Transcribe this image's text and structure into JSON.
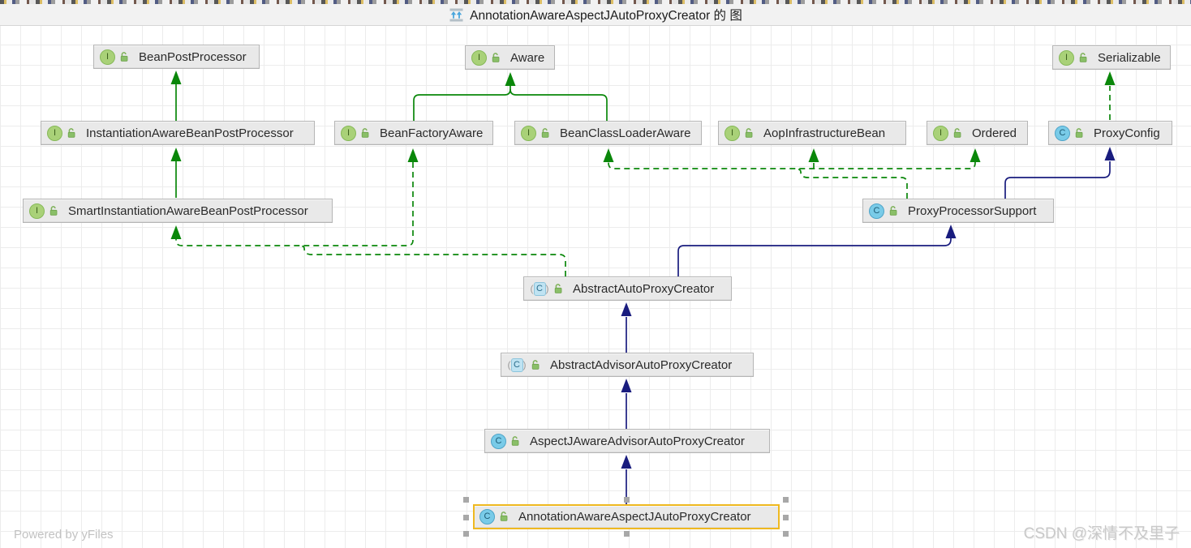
{
  "header": {
    "title": "AnnotationAwareAspectJAutoProxyCreator 的 图",
    "icon": "fit-diagram-icon"
  },
  "watermarks": {
    "left": "Powered by yFiles",
    "right": "CSDN @深情不及里子"
  },
  "colors": {
    "interface_edge_green": "#0a870a",
    "class_edge_navy": "#191c7e",
    "selection_border": "#efb920",
    "node_background": "#e9e9e9",
    "node_border": "#b5b5b5",
    "interface_icon_green": "#a9d178",
    "class_icon_blue": "#79cbe8"
  },
  "icons": {
    "interface": "interface-icon",
    "class": "class-icon",
    "abstract_class": "abstract-class-icon",
    "visibility": "public-lock-icon",
    "header": "fit-diagram-icon"
  },
  "nodes": [
    {
      "id": "BeanPostProcessor",
      "kind": "interface",
      "label": "BeanPostProcessor",
      "selected": false
    },
    {
      "id": "Aware",
      "kind": "interface",
      "label": "Aware",
      "selected": false
    },
    {
      "id": "Serializable",
      "kind": "interface",
      "label": "Serializable",
      "selected": false
    },
    {
      "id": "InstantiationAwareBeanPostProcessor",
      "kind": "interface",
      "label": "InstantiationAwareBeanPostProcessor",
      "selected": false
    },
    {
      "id": "BeanFactoryAware",
      "kind": "interface",
      "label": "BeanFactoryAware",
      "selected": false
    },
    {
      "id": "BeanClassLoaderAware",
      "kind": "interface",
      "label": "BeanClassLoaderAware",
      "selected": false
    },
    {
      "id": "AopInfrastructureBean",
      "kind": "interface",
      "label": "AopInfrastructureBean",
      "selected": false
    },
    {
      "id": "Ordered",
      "kind": "interface",
      "label": "Ordered",
      "selected": false
    },
    {
      "id": "ProxyConfig",
      "kind": "class",
      "label": "ProxyConfig",
      "selected": false
    },
    {
      "id": "SmartInstantiationAwareBeanPostProcessor",
      "kind": "interface",
      "label": "SmartInstantiationAwareBeanPostProcessor",
      "selected": false
    },
    {
      "id": "ProxyProcessorSupport",
      "kind": "class",
      "label": "ProxyProcessorSupport",
      "selected": false
    },
    {
      "id": "AbstractAutoProxyCreator",
      "kind": "abstract_class",
      "label": "AbstractAutoProxyCreator",
      "selected": false
    },
    {
      "id": "AbstractAdvisorAutoProxyCreator",
      "kind": "abstract_class",
      "label": "AbstractAdvisorAutoProxyCreator",
      "selected": false
    },
    {
      "id": "AspectJAwareAdvisorAutoProxyCreator",
      "kind": "class",
      "label": "AspectJAwareAdvisorAutoProxyCreator",
      "selected": false
    },
    {
      "id": "AnnotationAwareAspectJAutoProxyCreator",
      "kind": "class",
      "label": "AnnotationAwareAspectJAutoProxyCreator",
      "selected": true
    }
  ],
  "edges": [
    {
      "from": "InstantiationAwareBeanPostProcessor",
      "to": "BeanPostProcessor",
      "type": "extends-interface"
    },
    {
      "from": "SmartInstantiationAwareBeanPostProcessor",
      "to": "InstantiationAwareBeanPostProcessor",
      "type": "extends-interface"
    },
    {
      "from": "BeanFactoryAware",
      "to": "Aware",
      "type": "extends-interface"
    },
    {
      "from": "BeanClassLoaderAware",
      "to": "Aware",
      "type": "extends-interface"
    },
    {
      "from": "ProxyConfig",
      "to": "Serializable",
      "type": "implements"
    },
    {
      "from": "ProxyProcessorSupport",
      "to": "BeanClassLoaderAware",
      "type": "implements"
    },
    {
      "from": "ProxyProcessorSupport",
      "to": "AopInfrastructureBean",
      "type": "implements"
    },
    {
      "from": "ProxyProcessorSupport",
      "to": "Ordered",
      "type": "implements"
    },
    {
      "from": "ProxyProcessorSupport",
      "to": "ProxyConfig",
      "type": "extends-class"
    },
    {
      "from": "AbstractAutoProxyCreator",
      "to": "ProxyProcessorSupport",
      "type": "extends-class"
    },
    {
      "from": "AbstractAutoProxyCreator",
      "to": "SmartInstantiationAwareBeanPostProcessor",
      "type": "implements"
    },
    {
      "from": "AbstractAutoProxyCreator",
      "to": "BeanFactoryAware",
      "type": "implements"
    },
    {
      "from": "AbstractAdvisorAutoProxyCreator",
      "to": "AbstractAutoProxyCreator",
      "type": "extends-class"
    },
    {
      "from": "AspectJAwareAdvisorAutoProxyCreator",
      "to": "AbstractAdvisorAutoProxyCreator",
      "type": "extends-class"
    },
    {
      "from": "AnnotationAwareAspectJAutoProxyCreator",
      "to": "AspectJAwareAdvisorAutoProxyCreator",
      "type": "extends-class"
    }
  ]
}
